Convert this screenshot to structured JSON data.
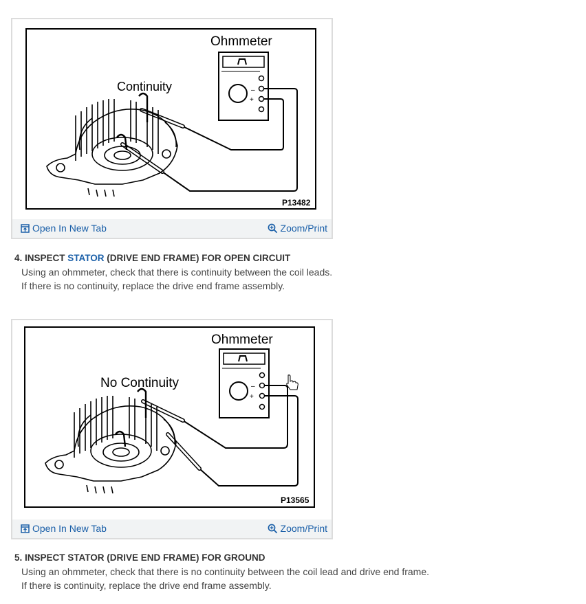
{
  "figure1": {
    "meter_label": "Ohmmeter",
    "state_label": "Continuity",
    "figure_id": "P13482",
    "open_tab_label": "Open In New Tab",
    "zoom_label": "Zoom/Print",
    "open_tab_icon": "open-new-tab-icon",
    "zoom_icon": "magnifier-plus-icon"
  },
  "section4": {
    "heading_prefix": "4. INSPECT ",
    "heading_link": "STATOR",
    "heading_suffix": " (DRIVE END FRAME) FOR OPEN CIRCUIT",
    "lines": [
      "Using an ohmmeter, check that there is continuity between the coil leads.",
      "If there is no continuity, replace the drive end frame assembly."
    ]
  },
  "figure2": {
    "meter_label": "Ohmmeter",
    "state_label": "No Continuity",
    "figure_id": "P13565",
    "open_tab_label": "Open In New Tab",
    "zoom_label": "Zoom/Print",
    "open_tab_icon": "open-new-tab-icon",
    "zoom_icon": "magnifier-plus-icon"
  },
  "section5": {
    "heading": "5. INSPECT STATOR (DRIVE END FRAME) FOR GROUND",
    "lines": [
      "Using an ohmmeter, check that there is no continuity between the coil lead and drive end frame.",
      "If there is continuity, replace the drive end frame assembly."
    ]
  },
  "colors": {
    "link": "#1a5fa8",
    "bar_background": "#f1f3f4",
    "frame_border": "#dcdcdc"
  }
}
